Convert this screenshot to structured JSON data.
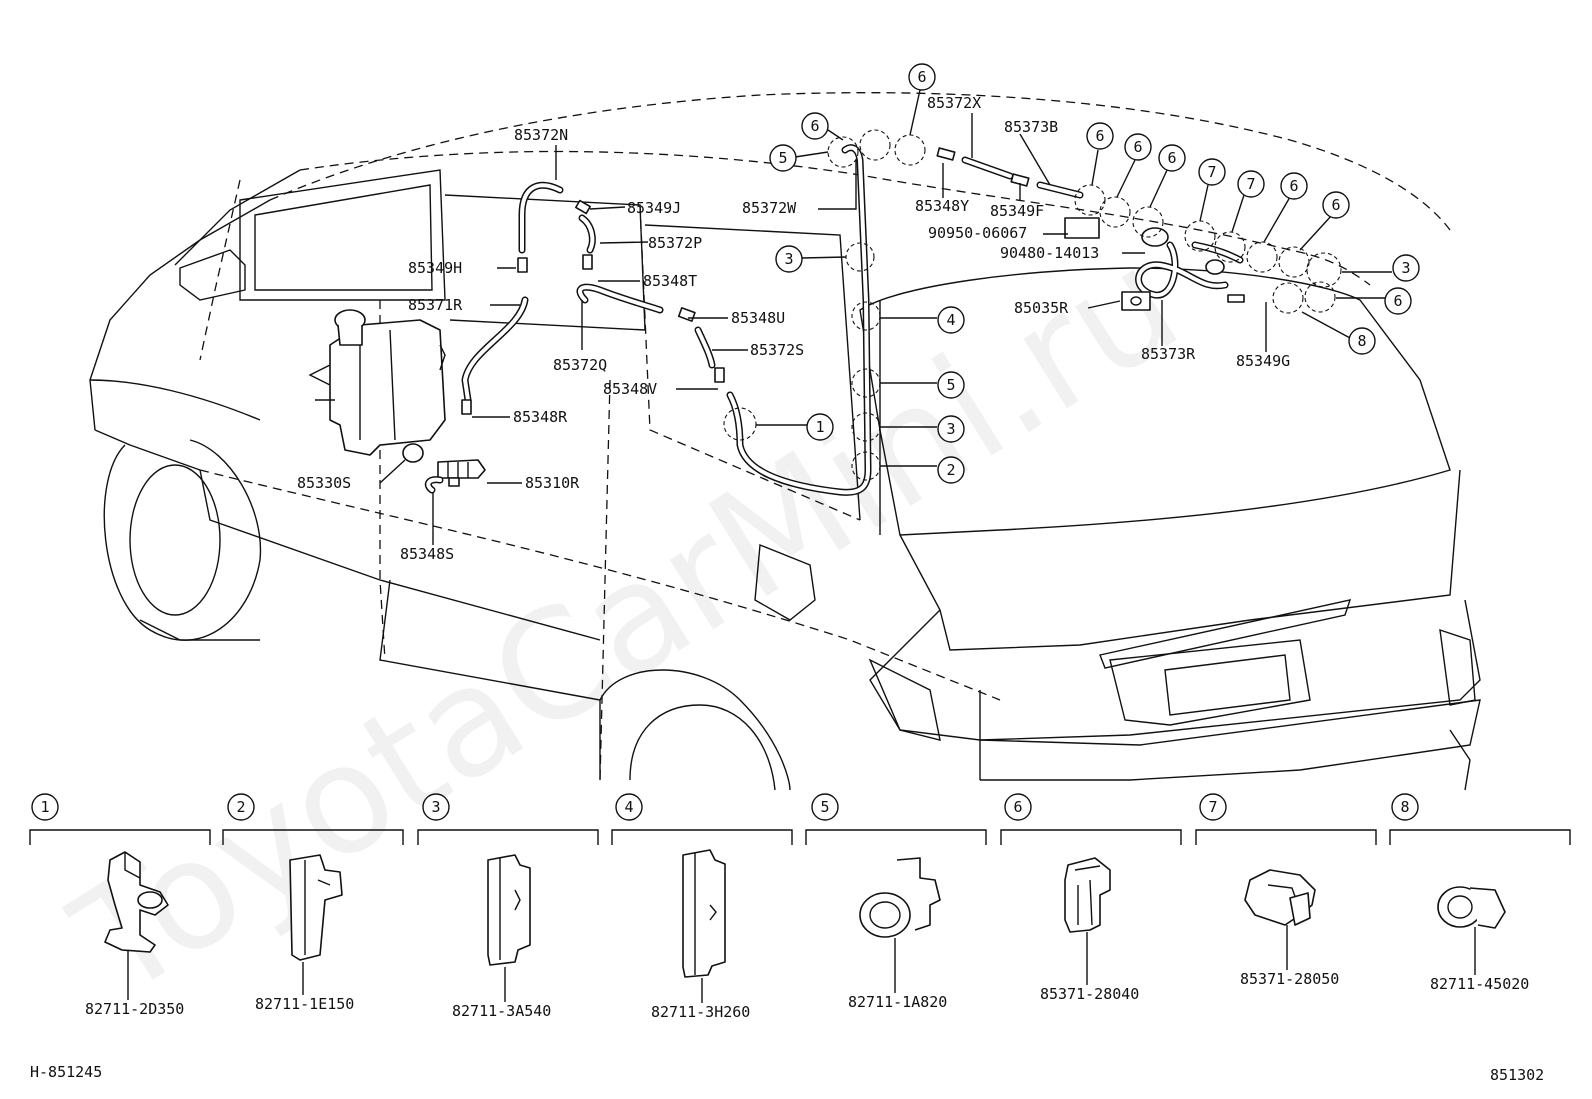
{
  "watermark": "ToyotaCarMini.ru",
  "diagram_code_left": "H-851245",
  "diagram_code_right": "851302",
  "part_labels": {
    "p85372N": "85372N",
    "p85349J": "85349J",
    "p85372P": "85372P",
    "p85349H": "85349H",
    "p85348T": "85348T",
    "p85371R": "85371R",
    "p85348U": "85348U",
    "p85372S": "85372S",
    "p85372Q": "85372Q",
    "p85348V": "85348V",
    "p85348R": "85348R",
    "p85330S": "85330S",
    "p85310R": "85310R",
    "p85348S": "85348S",
    "p85372W": "85372W",
    "p85372X": "85372X",
    "p85373B": "85373B",
    "p85348Y": "85348Y",
    "p85349F": "85349F",
    "p90950": "90950-06067",
    "p90480": "90480-14013",
    "p85035R": "85035R",
    "p85373R": "85373R",
    "p85349G": "85349G"
  },
  "clips": [
    {
      "number": "1",
      "part_no": "82711-2D350"
    },
    {
      "number": "2",
      "part_no": "82711-1E150"
    },
    {
      "number": "3",
      "part_no": "82711-3A540"
    },
    {
      "number": "4",
      "part_no": "82711-3H260"
    },
    {
      "number": "5",
      "part_no": "82711-1A820"
    },
    {
      "number": "6",
      "part_no": "85371-28040"
    },
    {
      "number": "7",
      "part_no": "85371-28050"
    },
    {
      "number": "8",
      "part_no": "82711-45020"
    }
  ]
}
